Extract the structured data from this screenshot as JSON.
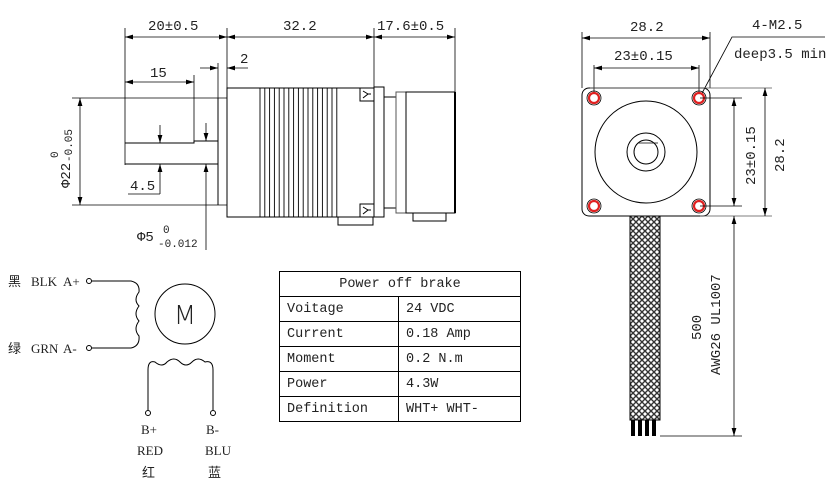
{
  "side_view": {
    "dim_front": "20±0.5",
    "dim_body": "32.2",
    "dim_brake": "17.6±0.5",
    "dim_flange": "2",
    "dim_shaft_len": "15",
    "dim_flat": "4.5",
    "dim_boss_dia": "Φ22",
    "dim_boss_tol_upper": "0",
    "dim_boss_tol_lower": "-0.05",
    "dim_shaft_dia": "Φ5",
    "dim_shaft_tol_upper": "0",
    "dim_shaft_tol_lower": "-0.012"
  },
  "front_view": {
    "dim_width": "28.2",
    "dim_hole_spacing": "23±0.15",
    "thread_label": "4-M2.5",
    "thread_depth": "deep3.5 min",
    "dim_hole_spacing_v": "23±0.15",
    "dim_height": "28.2",
    "lead_length": "500",
    "lead_spec": "AWG26 UL1007",
    "hole_color": "#e02020"
  },
  "wiring": {
    "motor_symbol": "M",
    "a_plus": {
      "cn": "黑",
      "color": "BLK",
      "pin": "A+"
    },
    "a_minus": {
      "cn": "绿",
      "color": "GRN",
      "pin": "A-"
    },
    "b_plus": {
      "pin": "B+",
      "color": "RED",
      "cn": "红"
    },
    "b_minus": {
      "pin": "B-",
      "color": "BLU",
      "cn": "蓝"
    }
  },
  "brake_table": {
    "title": "Power  off brake",
    "rows": [
      {
        "key": "Voitage",
        "value": "24 VDC"
      },
      {
        "key": "Current",
        "value": "0.18 Amp"
      },
      {
        "key": "Moment",
        "value": "0.2 N.m"
      },
      {
        "key": "Power",
        "value": "4.3W"
      },
      {
        "key": "Definition",
        "value": "WHT+ WHT-"
      }
    ]
  }
}
